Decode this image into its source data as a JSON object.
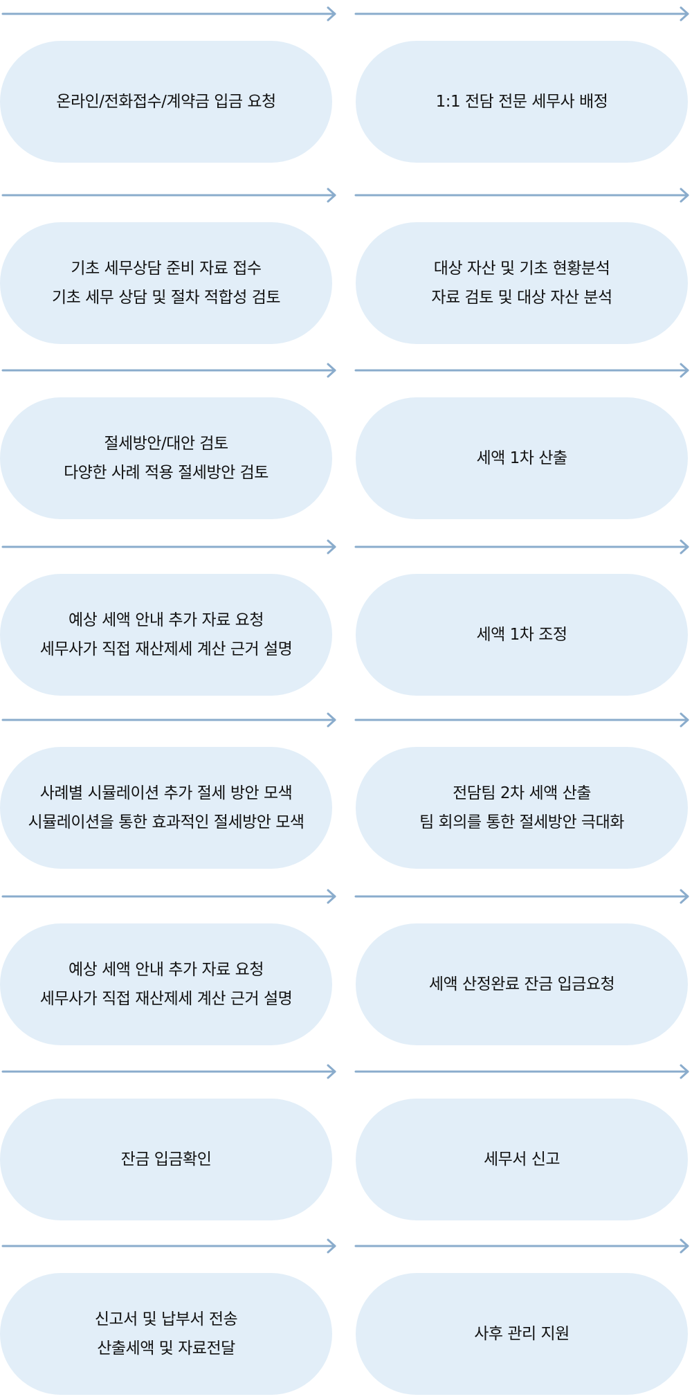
{
  "colors": {
    "arrow": "#8aaccc",
    "pill_fill": "#e2eef8",
    "text": "#111111"
  },
  "icons": {
    "connector": "arrow-right-icon"
  },
  "steps": [
    {
      "left": [
        "온라인/전화접수/계약금 입금 요청"
      ],
      "right": [
        "1:1 전담 전문 세무사 배정"
      ]
    },
    {
      "left": [
        "기초 세무상담 준비 자료 접수",
        "기초 세무 상담 및 절차 적합성 검토"
      ],
      "right": [
        "대상 자산 및 기초 현황분석",
        "자료 검토 및 대상 자산 분석"
      ]
    },
    {
      "left": [
        "절세방안/대안 검토",
        "다양한 사례 적용 절세방안 검토"
      ],
      "right": [
        "세액 1차 산출"
      ]
    },
    {
      "left": [
        "예상 세액 안내 추가 자료 요청",
        "세무사가 직접 재산제세 계산 근거 설명"
      ],
      "right": [
        "세액 1차 조정"
      ]
    },
    {
      "left": [
        "사례별 시뮬레이션 추가 절세 방안 모색",
        "시뮬레이션을 통한 효과적인 절세방안 모색"
      ],
      "right": [
        "전담팀 2차 세액 산출",
        "팀 회의를 통한 절세방안 극대화"
      ]
    },
    {
      "left": [
        "예상 세액 안내 추가 자료 요청",
        "세무사가 직접 재산제세 계산 근거 설명"
      ],
      "right": [
        "세액 산정완료 잔금 입금요청"
      ]
    },
    {
      "left": [
        "잔금 입금확인"
      ],
      "right": [
        "세무서 신고"
      ]
    },
    {
      "left": [
        "신고서 및 납부서 전송",
        "산출세액 및 자료전달"
      ],
      "right": [
        "사후 관리 지원"
      ]
    }
  ]
}
